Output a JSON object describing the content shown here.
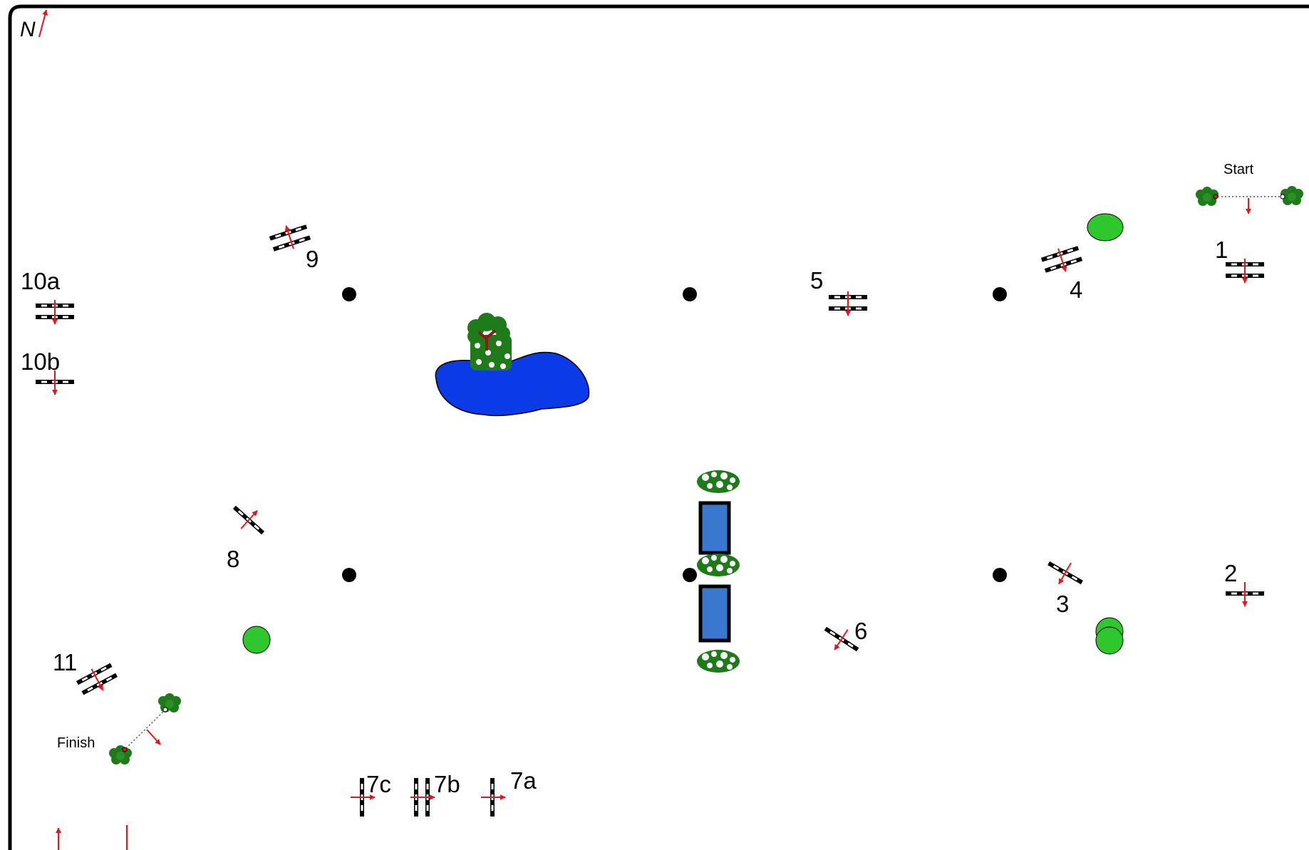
{
  "compass": {
    "label": "N"
  },
  "start": {
    "label": "Start"
  },
  "finish": {
    "label": "Finish"
  },
  "fences": [
    {
      "id": "f1",
      "label": "1",
      "type": "oxer"
    },
    {
      "id": "f2",
      "label": "2",
      "type": "vertical"
    },
    {
      "id": "f3",
      "label": "3",
      "type": "vertical"
    },
    {
      "id": "f4",
      "label": "4",
      "type": "oxer"
    },
    {
      "id": "f5",
      "label": "5",
      "type": "oxer"
    },
    {
      "id": "f6",
      "label": "6",
      "type": "vertical"
    },
    {
      "id": "f7a",
      "label": "7a",
      "type": "vertical"
    },
    {
      "id": "f7b",
      "label": "7b",
      "type": "oxer"
    },
    {
      "id": "f7c",
      "label": "7c",
      "type": "vertical"
    },
    {
      "id": "f8",
      "label": "8",
      "type": "vertical"
    },
    {
      "id": "f9",
      "label": "9",
      "type": "oxer"
    },
    {
      "id": "f10a",
      "label": "10a",
      "type": "oxer"
    },
    {
      "id": "f10b",
      "label": "10b",
      "type": "vertical"
    },
    {
      "id": "f11",
      "label": "11",
      "type": "oxer"
    }
  ],
  "colors": {
    "border": "#000000",
    "direction_arrow": "#e8141b",
    "water": "#0a3be6",
    "water_tray": "#3a78d0",
    "shrub": "#2ec72e",
    "foliage": "#1f7a1a",
    "trunk": "#8b1a1a",
    "rail_white": "#ffffff",
    "rail_black": "#000000"
  }
}
